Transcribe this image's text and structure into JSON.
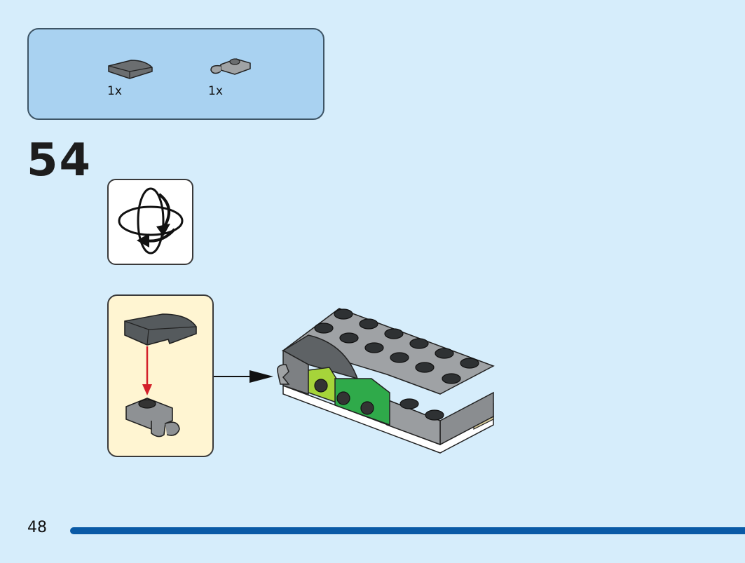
{
  "parts_list": {
    "items": [
      {
        "icon": "dark-gray-curved-slope-brick-icon",
        "quantity": "1x"
      },
      {
        "icon": "gray-clip-plate-icon",
        "quantity": "1x"
      }
    ]
  },
  "step": {
    "number": "54"
  },
  "rotate": {
    "icon": "rotate-model-icon"
  },
  "page": {
    "number": "48"
  },
  "colors": {
    "background": "#d6edfb",
    "parts_box": "#a9d2f1",
    "callout": "#fff5d2",
    "arrow_red": "#d3202a",
    "footer_bar": "#0a5aa6"
  }
}
